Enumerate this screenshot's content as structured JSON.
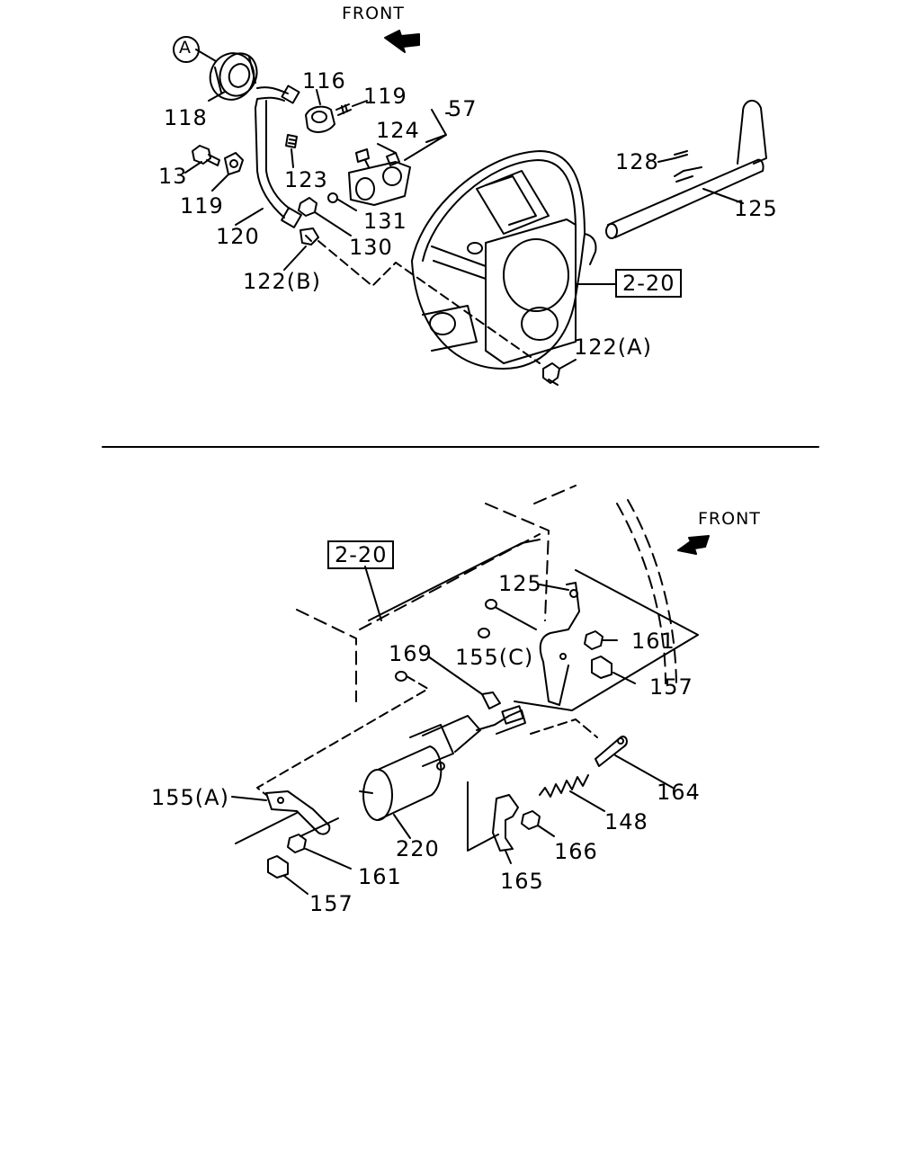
{
  "upper": {
    "front_label": "FRONT",
    "circle_label": "A",
    "callouts": [
      "118",
      "116",
      "119",
      "57",
      "124",
      "13",
      "123",
      "119",
      "131",
      "120",
      "130",
      "122(B)",
      "128",
      "125",
      "122(A)"
    ],
    "ref_box": "2-20"
  },
  "lower": {
    "front_label": "FRONT",
    "ref_box": "2-20",
    "callouts": [
      "125",
      "161",
      "155(C)",
      "169",
      "157",
      "164",
      "155(A)",
      "148",
      "220",
      "166",
      "161",
      "165",
      "157"
    ]
  },
  "colors": {
    "line": "#000000",
    "background": "#ffffff"
  }
}
